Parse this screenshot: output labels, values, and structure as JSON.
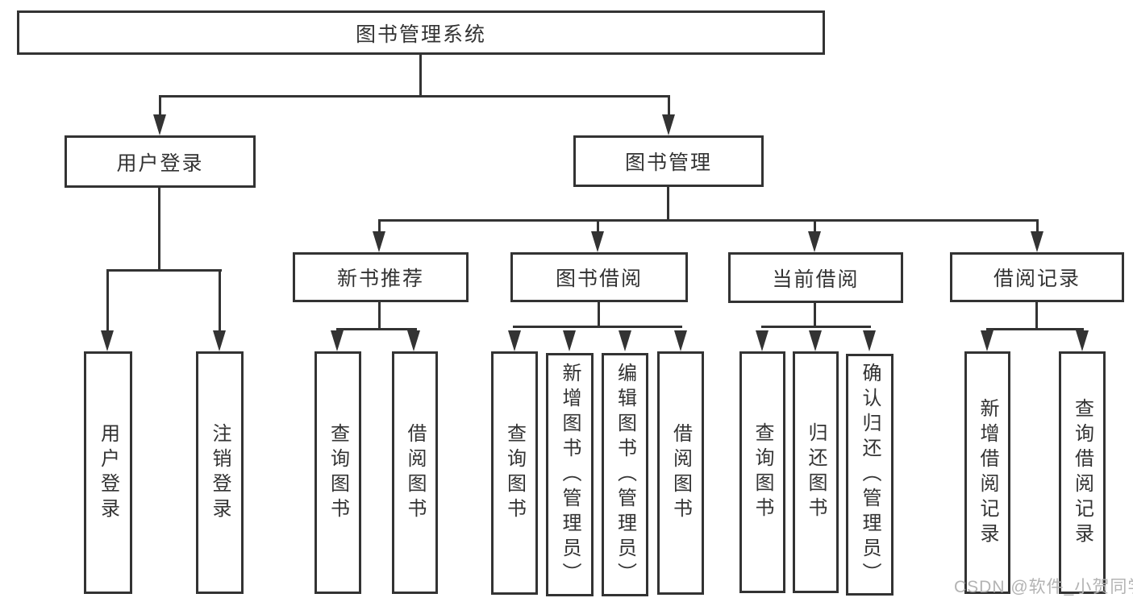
{
  "diagram_title": "图书管理系统",
  "tree": {
    "label": "图书管理系统",
    "children": [
      {
        "label": "用户登录",
        "children": [
          {
            "label": "用户登录"
          },
          {
            "label": "注销登录"
          }
        ]
      },
      {
        "label": "图书管理",
        "children": [
          {
            "label": "新书推荐",
            "children": [
              {
                "label": "查询图书"
              },
              {
                "label": "借阅图书"
              }
            ]
          },
          {
            "label": "图书借阅",
            "children": [
              {
                "label": "查询图书"
              },
              {
                "label": "新增图书（管理员）"
              },
              {
                "label": "编辑图书（管理员）"
              },
              {
                "label": "借阅图书"
              }
            ]
          },
          {
            "label": "当前借阅",
            "children": [
              {
                "label": "查询图书"
              },
              {
                "label": "归还图书"
              },
              {
                "label": "确认归还（管理员）"
              }
            ]
          },
          {
            "label": "借阅记录",
            "children": [
              {
                "label": "新增借阅记录"
              },
              {
                "label": "查询借阅记录"
              }
            ]
          }
        ]
      }
    ]
  },
  "watermark": "CSDN @软件_小贺同学",
  "colors": {
    "line": "#333333",
    "text": "#333333",
    "watermark": "#b3b3b3",
    "background": "#ffffff"
  }
}
